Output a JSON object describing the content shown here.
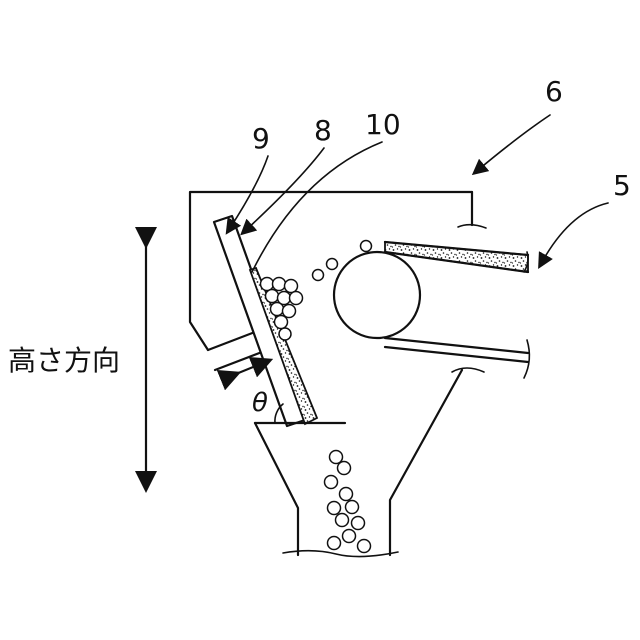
{
  "labels": {
    "housing": "6",
    "belt_conveyor": "5",
    "plate": "9",
    "layer": "8",
    "particles": "10",
    "angle": "θ",
    "height_direction": "高さ方向"
  }
}
